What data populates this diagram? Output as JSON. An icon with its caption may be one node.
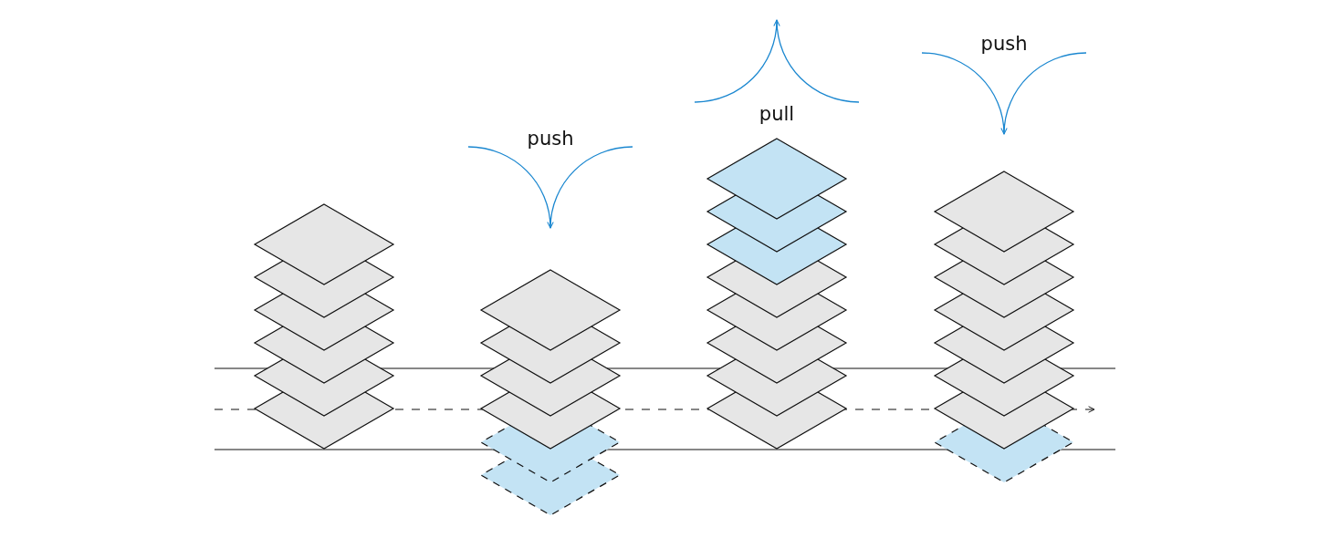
{
  "diagram": {
    "labels": [
      "push",
      "pull",
      "push"
    ]
  }
}
